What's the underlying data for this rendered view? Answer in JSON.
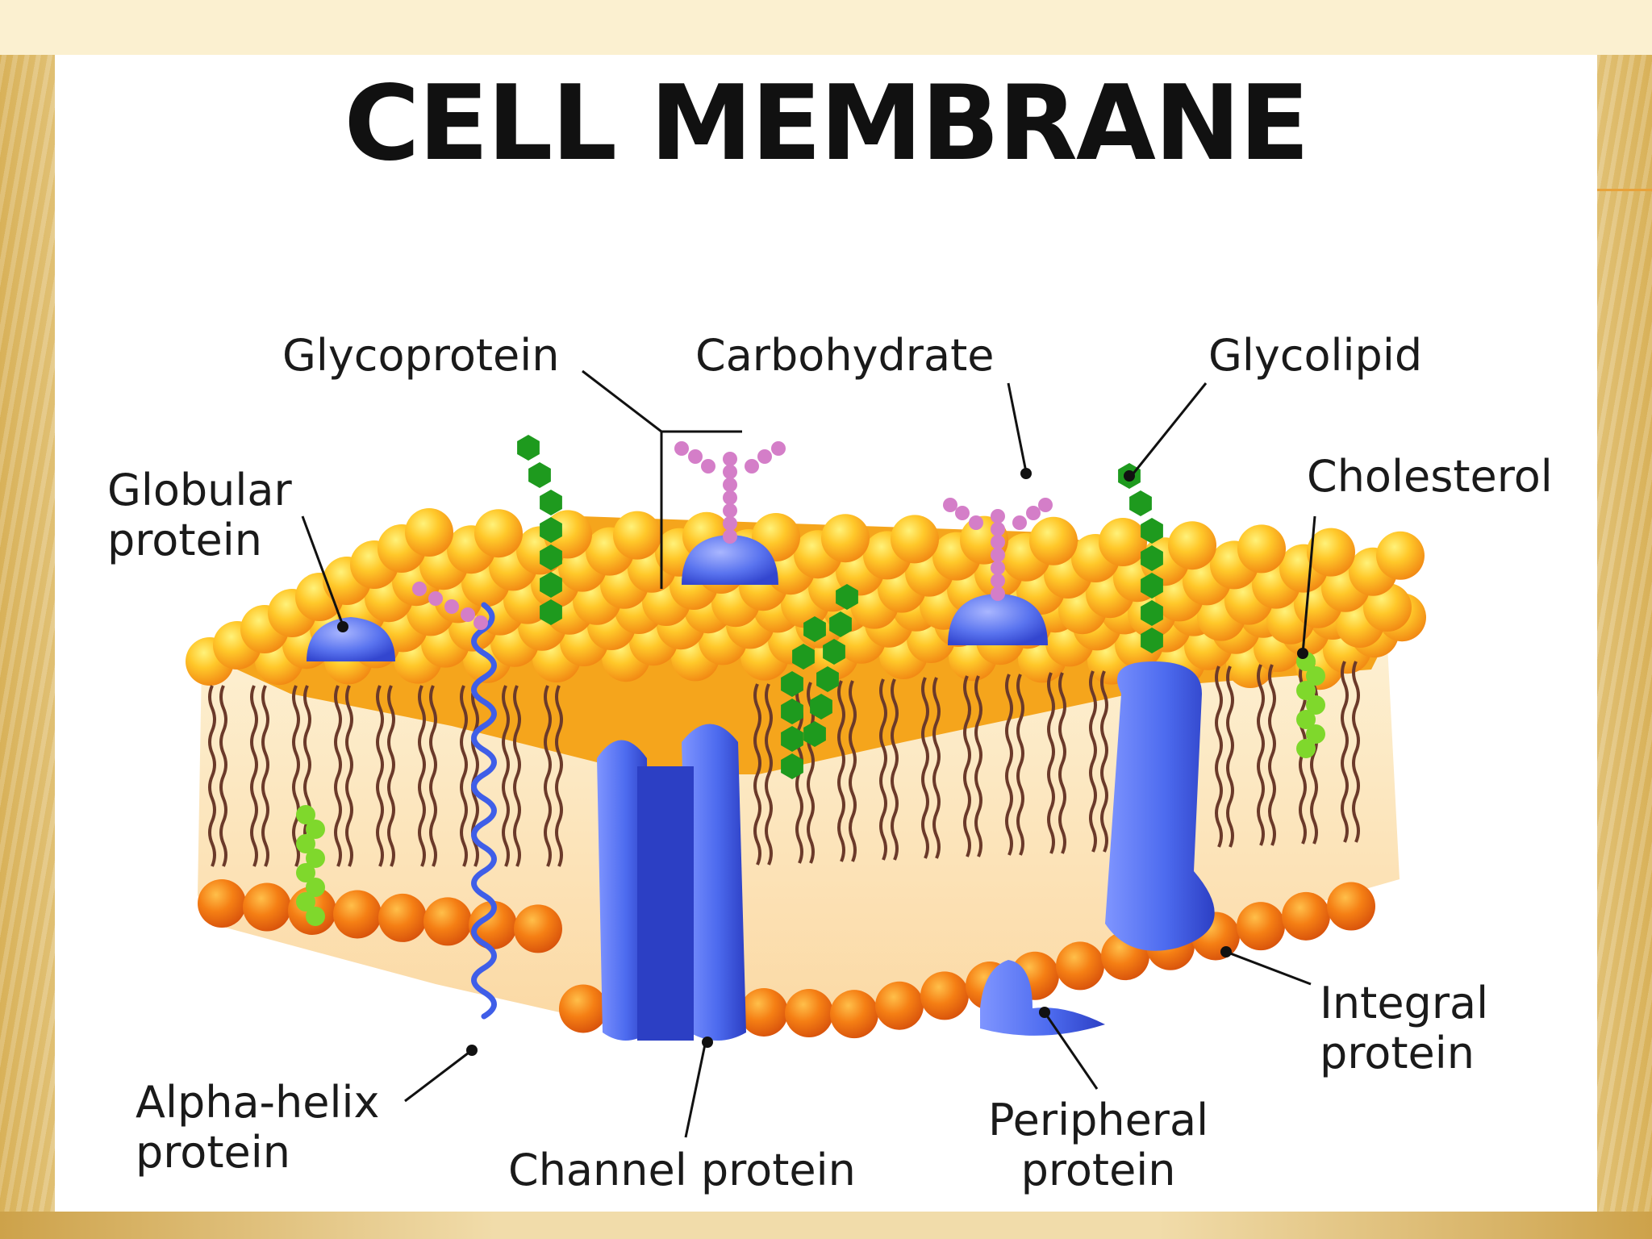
{
  "title": "CELL MEMBRANE",
  "labels": {
    "glycoprotein": "Glycoprotein",
    "carbohydrate": "Carbohydrate",
    "glycolipid": "Glycolipid",
    "globular_line1": "Globular",
    "globular_line2": "protein",
    "cholesterol": "Cholesterol",
    "alpha_line1": "Alpha-helix",
    "alpha_line2": "protein",
    "channel": "Channel protein",
    "peripheral_line1": "Peripheral",
    "peripheral_line2": "protein",
    "integral_line1": "Integral",
    "integral_line2": "protein"
  },
  "colors": {
    "head_light": "#ffd23a",
    "head_mid": "#f7a51c",
    "head_dark": "#ef6f14",
    "tail": "#6b3a2a",
    "protein": "#4d6bef",
    "protein_dark": "#2c3fc4",
    "chain_green": "#1e9a1e",
    "cholesterol_green": "#7fd82c",
    "carbohydrate_pink": "#d47ec8"
  }
}
